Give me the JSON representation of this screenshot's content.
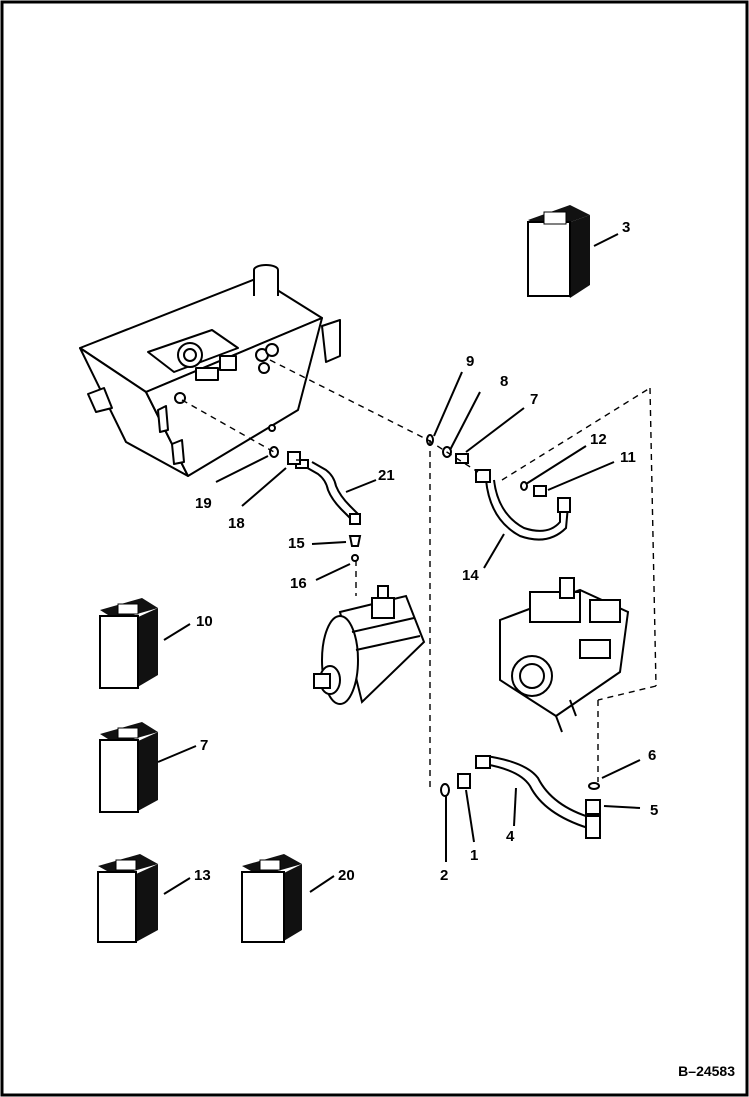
{
  "figure_id": "B–24583",
  "callouts": [
    "1",
    "2",
    "3",
    "4",
    "5",
    "6",
    "7",
    "7",
    "8",
    "9",
    "10",
    "11",
    "12",
    "13",
    "14",
    "15",
    "16",
    "18",
    "19",
    "20",
    "21"
  ],
  "colors": {
    "ink": "#000000",
    "paper": "#ffffff",
    "shade": "#222222",
    "light": "#f2f2f2"
  }
}
